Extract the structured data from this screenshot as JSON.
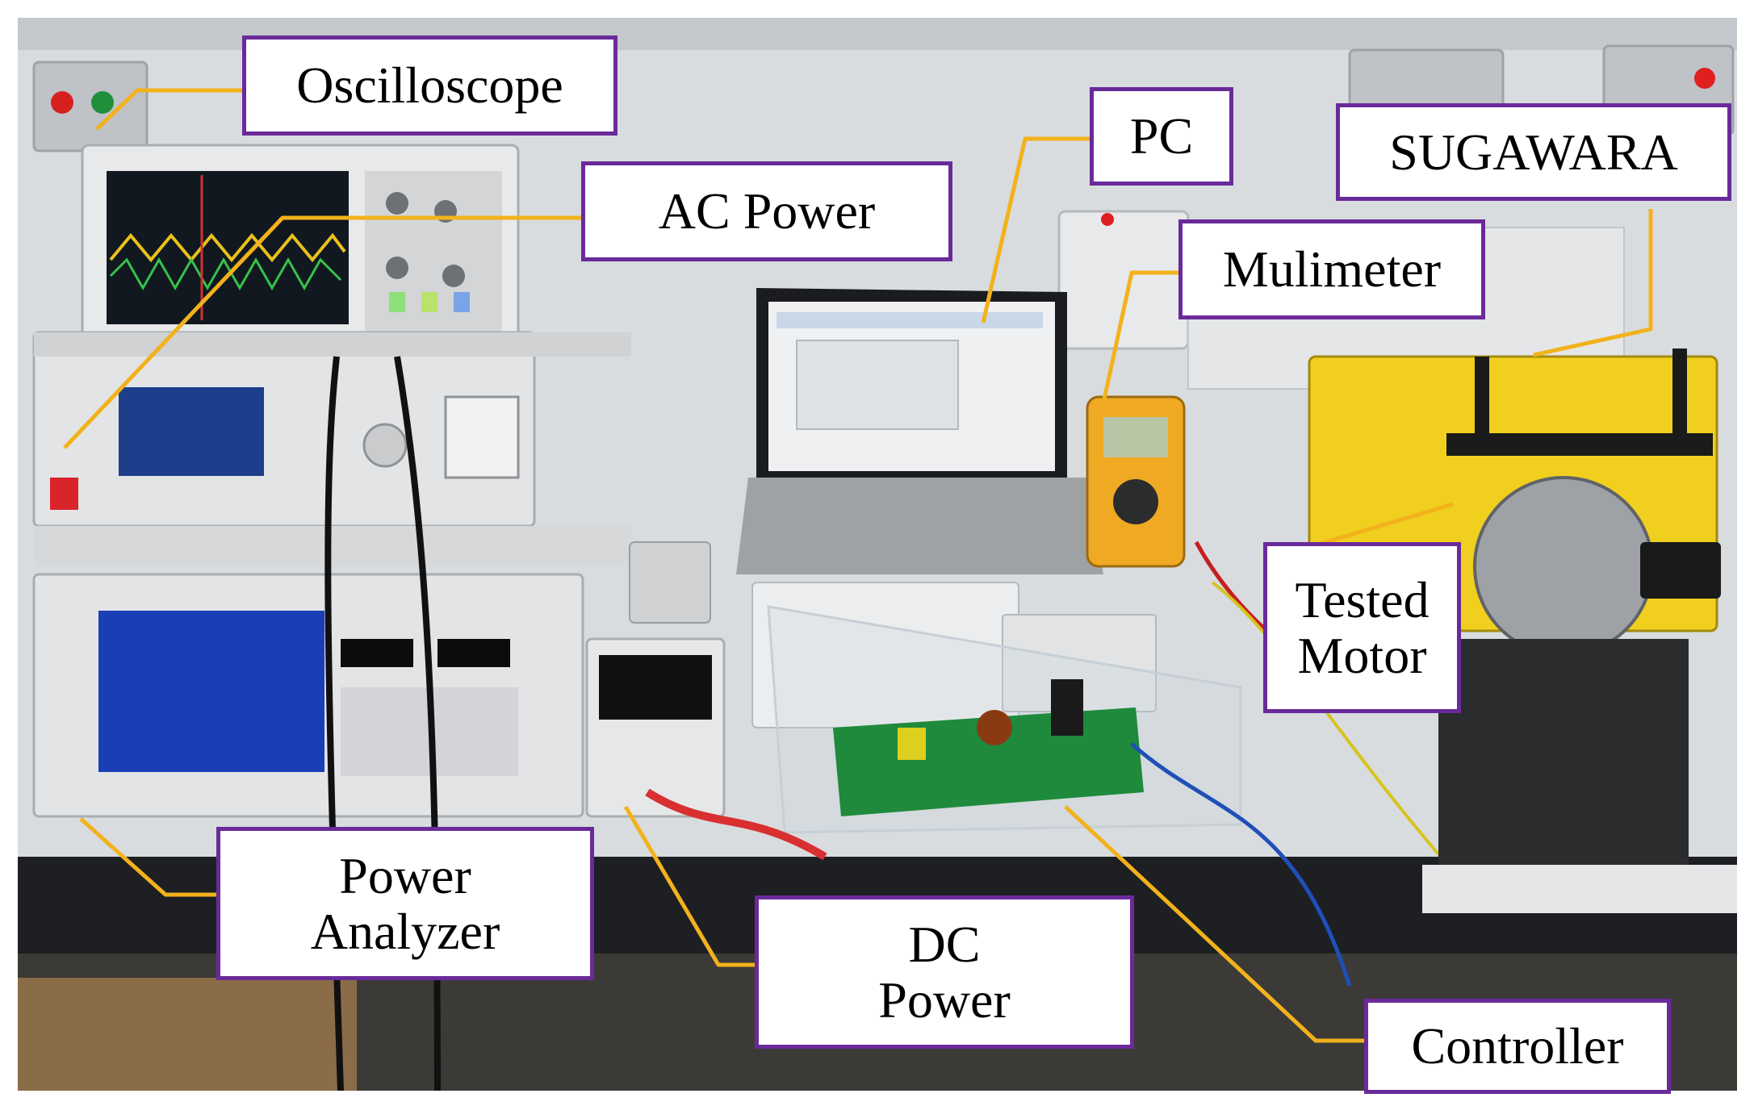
{
  "labels": {
    "oscilloscope": "Oscilloscope",
    "ac_power": "AC Power",
    "pc": "PC",
    "sugawara": "SUGAWARA",
    "multimeter": "Mulimeter",
    "tested_motor": [
      "Tested",
      "Motor"
    ],
    "power_analyzer": [
      "Power",
      "Analyzer"
    ],
    "dc_power": [
      "DC",
      "Power"
    ],
    "controller": "Controller"
  },
  "colors": {
    "label_border": "#6a2a9a",
    "leader_line": "#f2b21c",
    "bench": "#1d1f22",
    "wall": "#d9dcdf",
    "motor_frame": "#f0cf1e"
  }
}
